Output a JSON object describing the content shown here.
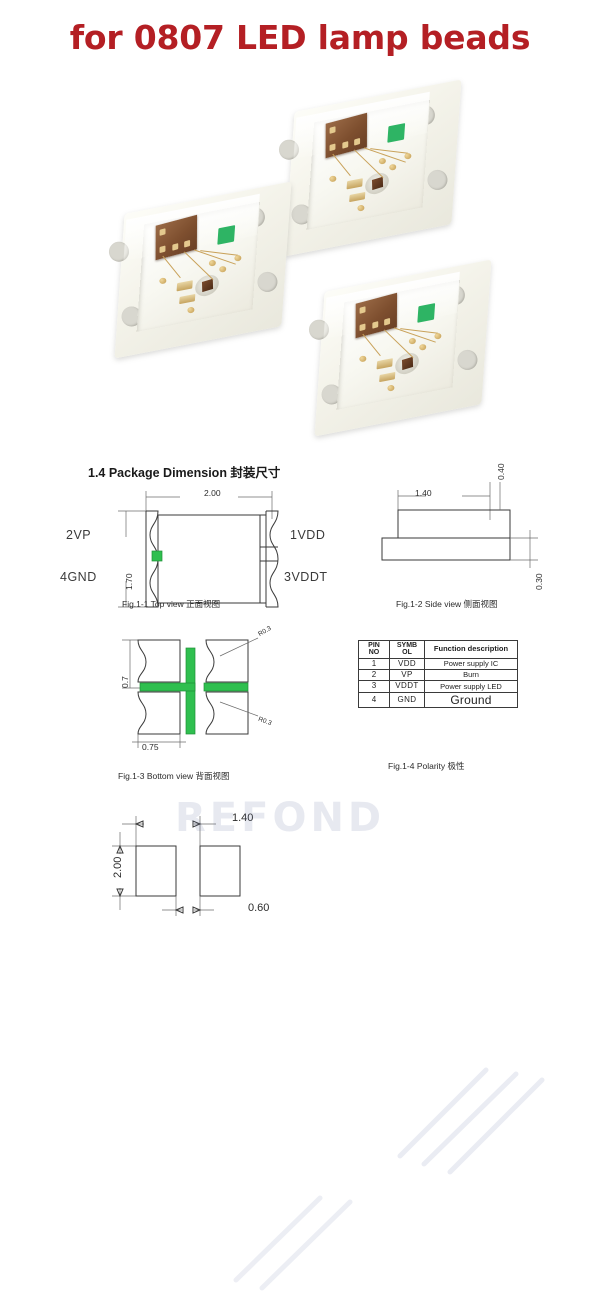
{
  "header": {
    "title": "for 0807 LED lamp beads",
    "title_color": "#b41f24"
  },
  "photo": {
    "alt": "three-0807-led-lamp-beads",
    "count": 3,
    "green_mark_color": "#2eb464",
    "ic_color": "#7e4f2f",
    "body_color": "#f4f3ea"
  },
  "section": {
    "heading": "1.4 Package Dimension 封装尺寸"
  },
  "fig1": {
    "caption": "Fig.1-1 Top view  正面视图",
    "dim_width": "2.00",
    "dim_height": "1.70",
    "pin_top_left": "2VP",
    "pin_bottom_left": "4GND",
    "pin_top_right": "1VDD",
    "pin_bottom_right": "3VDDT"
  },
  "fig2": {
    "caption": "Fig.1-2 Side view  侧面视图",
    "dim_width": "1.40",
    "dim_top": "0.40",
    "dim_bottom": "0.30"
  },
  "fig3": {
    "caption": "Fig.1-3 Bottom view  背面视图",
    "dim_height": "0.7",
    "dim_width": "0.75",
    "note_top": "R0.3",
    "note_bottom": "R0.3"
  },
  "fig4": {
    "caption": "Fig.1-4 Polarity  极性",
    "columns": [
      "PIN NO",
      "SYMBOL",
      "Function description"
    ],
    "col_pin_line1": "PIN",
    "col_pin_line2": "NO",
    "col_sym_line1": "SYMB",
    "col_sym_line2": "OL",
    "col_func": "Function description",
    "rows": [
      {
        "pin": "1",
        "symbol": "VDD",
        "func": "Power supply IC"
      },
      {
        "pin": "2",
        "symbol": "VP",
        "func": "Burn"
      },
      {
        "pin": "3",
        "symbol": "VDDT",
        "func": "Power supply LED"
      },
      {
        "pin": "4",
        "symbol": "GND",
        "func": "Ground"
      }
    ]
  },
  "fig5": {
    "dim_width": "1.40",
    "dim_height": "2.00",
    "dim_gap": "0.60"
  },
  "watermark": {
    "text": "REFOND"
  }
}
